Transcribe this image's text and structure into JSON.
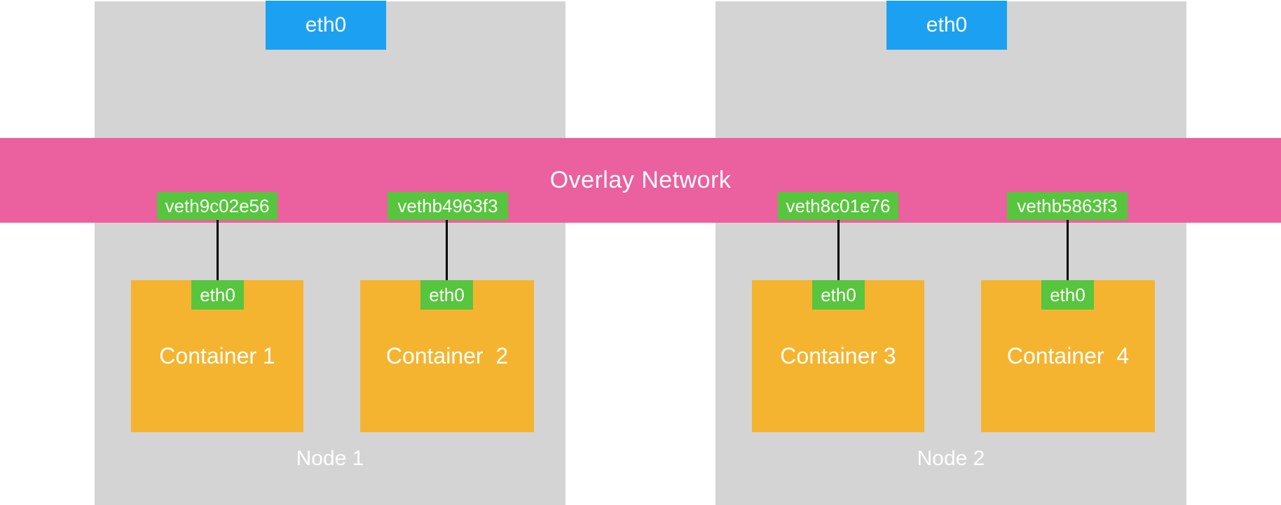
{
  "colors": {
    "node_background": "#d4d4d4",
    "host_interface_blue": "#1ca1f2",
    "overlay_pink": "#eb609f",
    "veth_green": "#57c53d",
    "container_orange": "#f5b42f",
    "connector_black": "#000000",
    "text_white": "#ffffff"
  },
  "overlay": {
    "label": "Overlay Network"
  },
  "nodes": [
    {
      "label": "Node 1",
      "host_interface": "eth0",
      "containers": [
        {
          "label": "Container 1",
          "interface": "eth0",
          "veth": "veth9c02e56"
        },
        {
          "label": "Container  2",
          "interface": "eth0",
          "veth": "vethb4963f3"
        }
      ]
    },
    {
      "label": "Node 2",
      "host_interface": "eth0",
      "containers": [
        {
          "label": "Container 3",
          "interface": "eth0",
          "veth": "veth8c01e76"
        },
        {
          "label": "Container  4",
          "interface": "eth0",
          "veth": "vethb5863f3"
        }
      ]
    }
  ]
}
